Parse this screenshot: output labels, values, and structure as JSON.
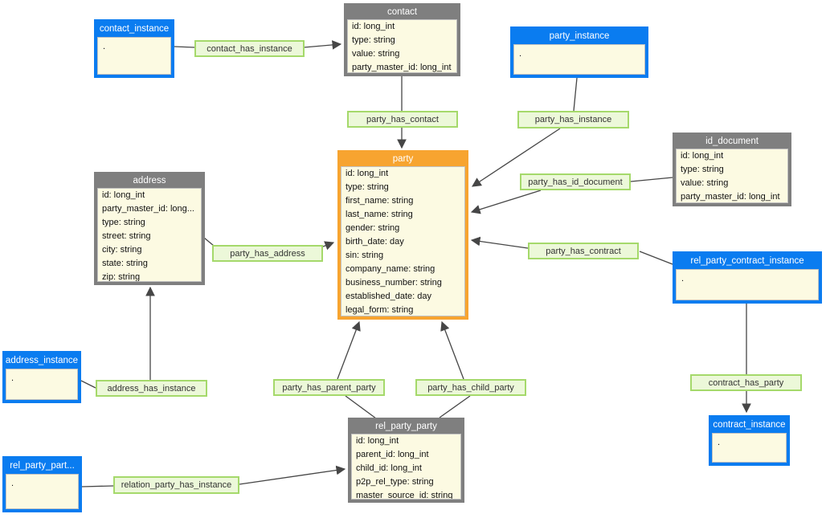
{
  "colors": {
    "entity_header_gray": "#7F7F7F",
    "instance_header_blue": "#0A7CF0",
    "party_header_orange": "#F7A430",
    "body_fill_cream": "#FCFAE2",
    "relation_label_fill": "#ECF8D9",
    "relation_label_border": "#A5D96B",
    "connector_line": "#464646"
  },
  "entities": {
    "contact": {
      "title": "contact",
      "fields": [
        "id: long_int",
        "type: string",
        "value: string",
        "party_master_id: long_int"
      ]
    },
    "id_document": {
      "title": "id_document",
      "fields": [
        "id: long_int",
        "type: string",
        "value: string",
        "party_master_id: long_int"
      ]
    },
    "address": {
      "title": "address",
      "fields": [
        "id: long_int",
        "party_master_id: long...",
        "type: string",
        "street: string",
        "city: string",
        "state: string",
        "zip: string"
      ]
    },
    "party": {
      "title": "party",
      "fields": [
        "id: long_int",
        "type: string",
        "first_name: string",
        "last_name: string",
        "gender: string",
        "birth_date: day",
        "sin: string",
        "company_name: string",
        "business_number: string",
        "established_date: day",
        "legal_form: string"
      ]
    },
    "rel_party_party": {
      "title": "rel_party_party",
      "fields": [
        "id: long_int",
        "parent_id: long_int",
        "child_id: long_int",
        "p2p_rel_type: string",
        "master_source_id: string"
      ]
    }
  },
  "instances": {
    "contact_instance": {
      "title": "contact_instance",
      "body": "."
    },
    "party_instance": {
      "title": "party_instance",
      "body": "."
    },
    "address_instance": {
      "title": "address_instance",
      "body": "."
    },
    "rel_party_contract_instance": {
      "title": "rel_party_contract_instance",
      "body": "."
    },
    "contract_instance": {
      "title": "contract_instance",
      "body": "."
    },
    "rel_party_instance": {
      "title": "rel_party_part...",
      "body": "."
    }
  },
  "relationships": {
    "contact_has_instance": "contact_has_instance",
    "party_has_contact": "party_has_contact",
    "party_has_instance": "party_has_instance",
    "party_has_id_document": "party_has_id_document",
    "party_has_address": "party_has_address",
    "party_has_contract": "party_has_contract",
    "address_has_instance": "address_has_instance",
    "party_has_parent_party": "party_has_parent_party",
    "party_has_child_party": "party_has_child_party",
    "relation_party_has_instance": "relation_party_has_instance",
    "contract_has_party": "contract_has_party"
  }
}
